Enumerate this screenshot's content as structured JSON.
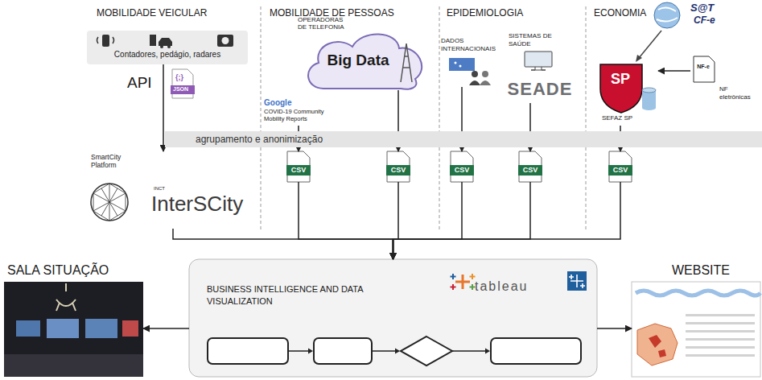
{
  "diagram": {
    "nodes": [
      {
        "text": [
          "Contadores, pedágio, radares"
        ]
      },
      {
        "text": [
          "OPERADORAS DE TELEFONIA",
          "Big Data"
        ]
      },
      {
        "text": [
          "Google",
          "COVID-19 Community Mobility Reports"
        ]
      },
      {
        "text": [
          "DADOS INTERNACIONAIS"
        ]
      },
      {
        "text": [
          "SISTEMAS DE SAÚDE",
          "SEADE"
        ]
      },
      {
        "text": [
          "NF-e",
          "NF eletrônicas"
        ]
      },
      {
        "text": [
          "SEFAZ SP"
        ]
      },
      {
        "text": [
          "agrupamento e anonimização"
        ]
      },
      {
        "text": [
          "SmartCity Platform",
          "INCT",
          "InterSCity"
        ]
      },
      {
        "text": [
          "CSV"
        ]
      },
      {
        "text": [
          "CSV"
        ]
      },
      {
        "text": [
          "CSV"
        ]
      },
      {
        "text": [
          "CSV"
        ]
      },
      {
        "text": [
          "CSV"
        ]
      },
      {
        "text": [
          "SALA SITUAÇÃO"
        ]
      },
      {
        "text": [
          "BUSINESS INTELLIGENCE AND DATA VISUALIZATION",
          "tableau"
        ]
      },
      {
        "text": [
          "WEBSITE"
        ]
      }
    ],
    "edges": [
      {
        "from": 0,
        "to": 8,
        "arrow": "to"
      },
      {
        "from": 2,
        "to": 9,
        "arrow": "to"
      },
      {
        "from": 1,
        "to": 10,
        "arrow": "to"
      },
      {
        "from": 3,
        "to": 11,
        "arrow": "to"
      },
      {
        "from": 4,
        "to": 12,
        "arrow": "to"
      },
      {
        "from": 6,
        "to": 13,
        "arrow": "to"
      },
      {
        "from": 5,
        "to": 6,
        "arrow": "to"
      },
      {
        "from": 8,
        "to": 15,
        "arrow": "to"
      },
      {
        "from": 9,
        "to": 15,
        "arrow": "to"
      },
      {
        "from": 10,
        "to": 15,
        "arrow": "to"
      },
      {
        "from": 11,
        "to": 15,
        "arrow": "to"
      },
      {
        "from": 12,
        "to": 15,
        "arrow": "to"
      },
      {
        "from": 13,
        "to": 15,
        "arrow": "to"
      },
      {
        "from": 15,
        "to": 14,
        "arrow": "to"
      },
      {
        "from": 15,
        "to": 16,
        "arrow": "to"
      }
    ],
    "labels": [
      "MOBILIDADE VEICULAR",
      "MOBILIDADE DE PESSOAS",
      "EPIDEMIOLOGIA",
      "ECONOMIA",
      "API",
      "{;}",
      "JSON",
      "S@T",
      "CF-e",
      "SP"
    ]
  }
}
